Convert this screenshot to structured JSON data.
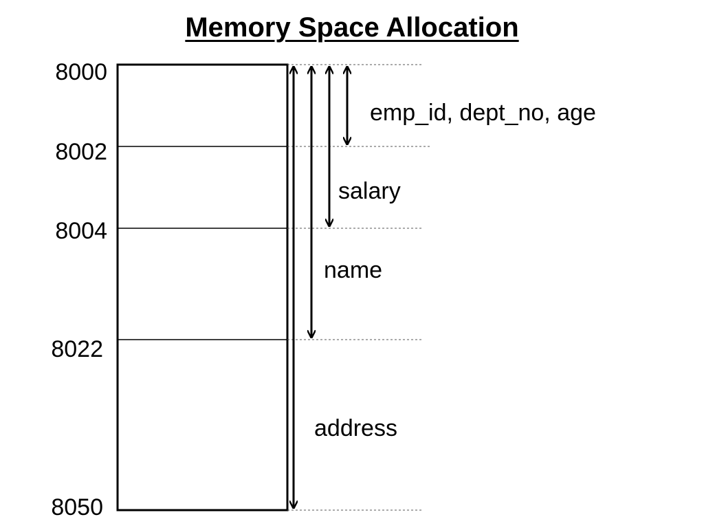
{
  "title": "Memory Space Allocation",
  "addresses": [
    {
      "label": "8000"
    },
    {
      "label": "8002"
    },
    {
      "label": "8004"
    },
    {
      "label": "8022"
    },
    {
      "label": "8050"
    }
  ],
  "fields": [
    {
      "label": "emp_id, dept_no, age"
    },
    {
      "label": "salary"
    },
    {
      "label": "name"
    },
    {
      "label": "address"
    }
  ],
  "colors": {
    "line": "#000000",
    "guide": "#555555",
    "background": "#ffffff"
  }
}
